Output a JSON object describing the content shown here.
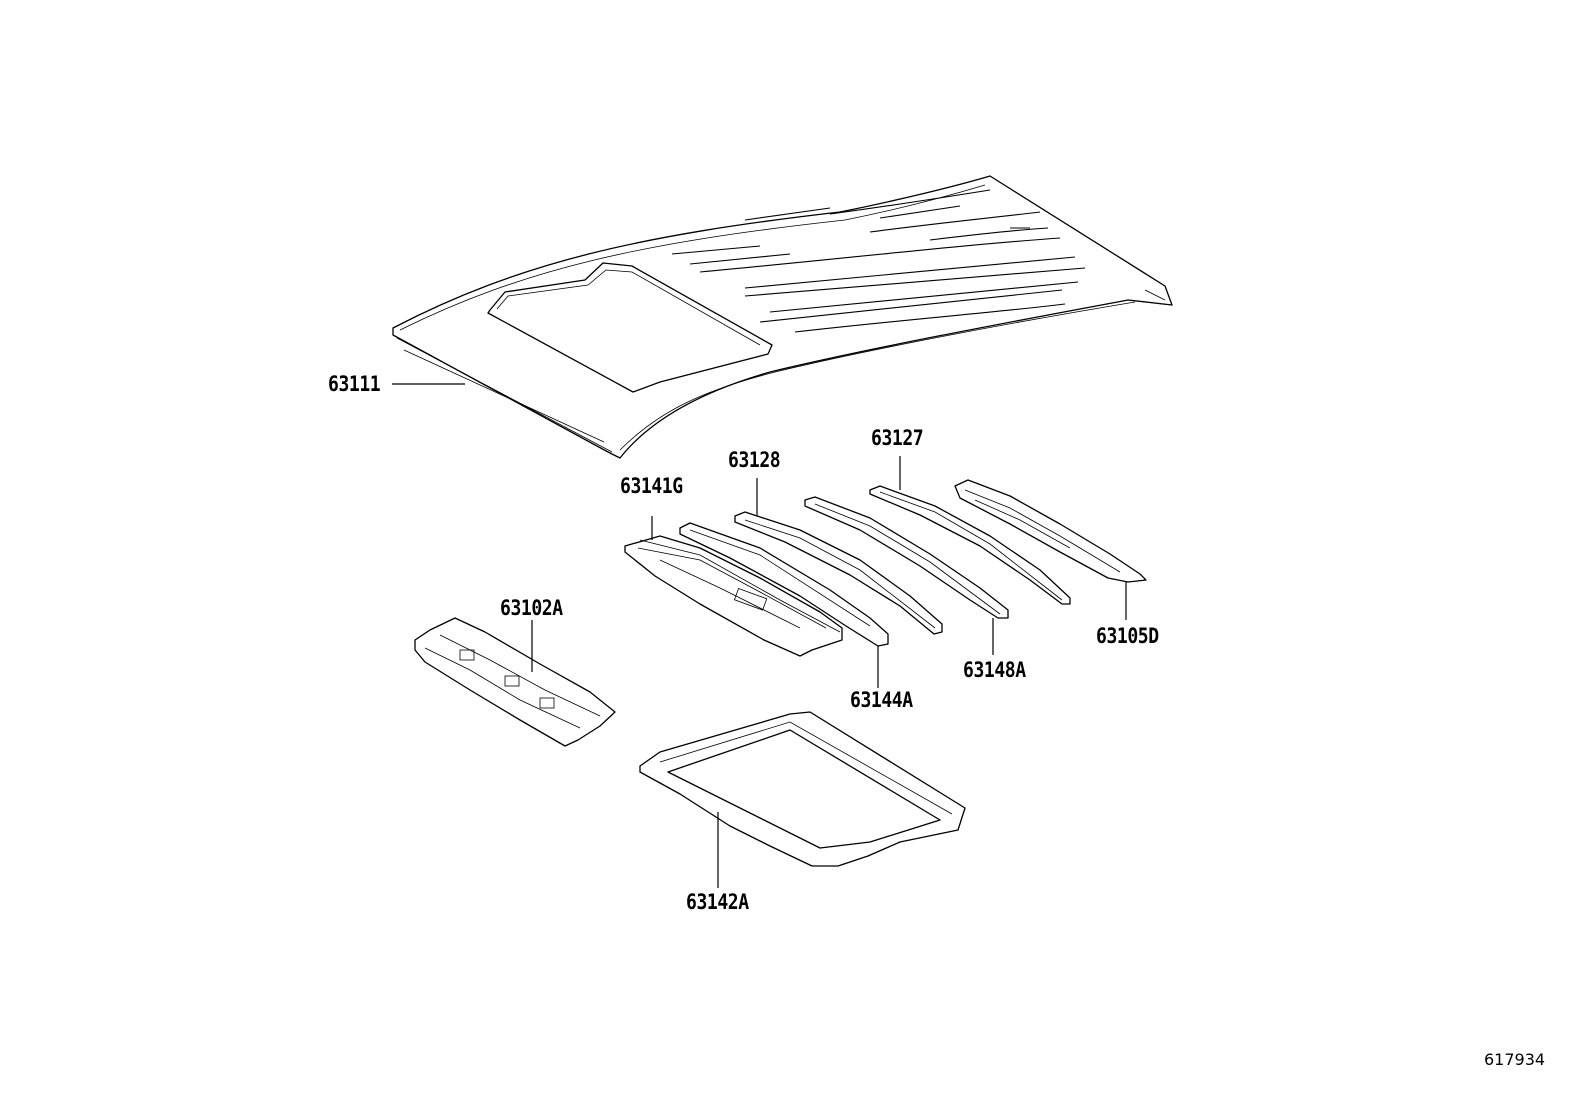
{
  "parts": [
    {
      "id": "roof-panel",
      "part_number": "63111"
    },
    {
      "id": "front-header",
      "part_number": "63141G"
    },
    {
      "id": "bow-1",
      "part_number": "63128"
    },
    {
      "id": "bow-2",
      "part_number": "63127"
    },
    {
      "id": "bow-3",
      "part_number": "63144A"
    },
    {
      "id": "bow-4",
      "part_number": "63148A"
    },
    {
      "id": "rear-header",
      "part_number": "63105D"
    },
    {
      "id": "front-reinforcement",
      "part_number": "63102A"
    },
    {
      "id": "sunroof-frame",
      "part_number": "63142A"
    }
  ],
  "diagram_id": "617934"
}
